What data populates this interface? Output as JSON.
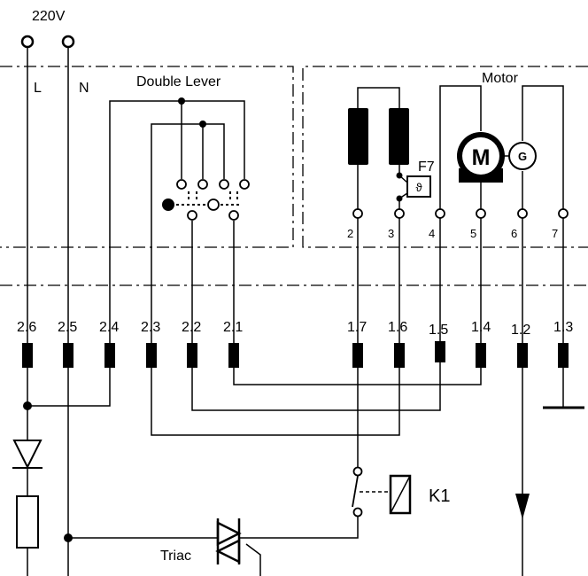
{
  "supply": {
    "voltage": "220V",
    "line_label": "L",
    "neutral_label": "N"
  },
  "double_lever": {
    "title": "Double Lever"
  },
  "motor_box": {
    "title": "Motor",
    "motor_symbol": "M",
    "generator_symbol": "G",
    "thermal_fuse_label": "F7",
    "thermal_symbol": "ϑ",
    "pins": [
      "2",
      "3",
      "4",
      "5",
      "6",
      "7"
    ]
  },
  "terminals": [
    "2.6",
    "2.5",
    "2.4",
    "2.3",
    "2.2",
    "2.1",
    "1.7",
    "1.6",
    "1.5",
    "1.4",
    "1.2",
    "1.3"
  ],
  "relay_label": "K1",
  "triac_label": "Triac",
  "colors": {
    "line": "#000000",
    "background": "#ffffff"
  },
  "icons": [
    "diode-icon",
    "resistor-icon",
    "triac-icon",
    "relay-coil-icon",
    "motor-icon",
    "generator-icon",
    "ground-icon",
    "arrow-down-icon"
  ]
}
